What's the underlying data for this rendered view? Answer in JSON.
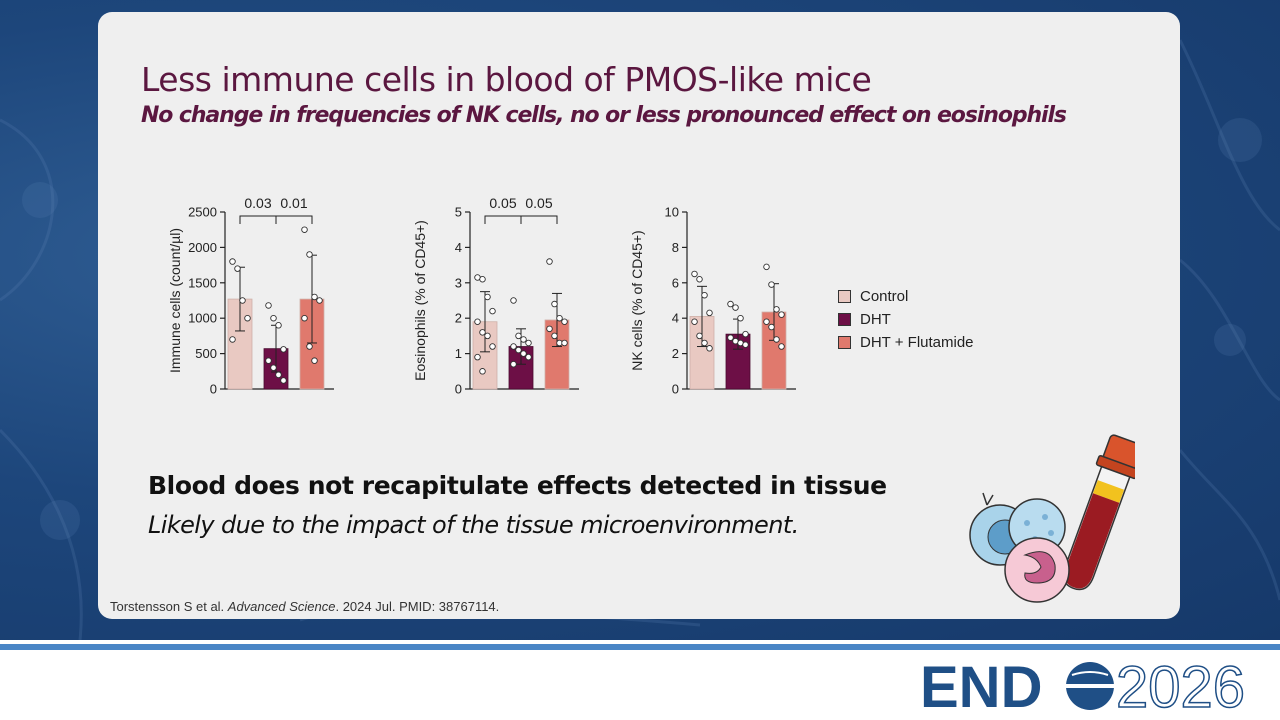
{
  "slide": {
    "title": "Less immune cells in blood of PMOS-like mice",
    "subtitle": "No change in frequencies of NK cells, no or less pronounced effect on eosinophils",
    "conclusion": "Blood does not recapitulate effects detected in tissue",
    "conclusion_sub": "Likely due to the impact of the tissue microenvironment.",
    "citation": {
      "authors": "Torstensson S et al. ",
      "journal": "Advanced Science",
      "rest": ". 2024 Jul. PMID: 38767114."
    },
    "logo": {
      "left": "END",
      "right": "2026"
    }
  },
  "colors": {
    "control": "#e9c9c2",
    "dht": "#6d0f46",
    "dht_flutamide": "#e0796d",
    "title": "#5b1740",
    "background": "#1d467b",
    "logo": "#1f4f86"
  },
  "legend": [
    {
      "label": "Control",
      "color": "#e9c9c2"
    },
    {
      "label": "DHT",
      "color": "#6d0f46"
    },
    {
      "label": "DHT + Flutamide",
      "color": "#e0796d"
    }
  ],
  "chart_data": [
    {
      "type": "bar",
      "categories": [
        "Control",
        "DHT",
        "DHT + Flutamide"
      ],
      "ylabel": "Immune cells (count/µl)",
      "ylim": [
        0,
        2500
      ],
      "yticks": [
        0,
        500,
        1000,
        1500,
        2000,
        2500
      ],
      "values": [
        1270,
        570,
        1270
      ],
      "sd": [
        450,
        330,
        620
      ],
      "points": [
        [
          1800,
          1700,
          1250,
          1000,
          700
        ],
        [
          1180,
          1000,
          900,
          560,
          400,
          300,
          200,
          120
        ],
        [
          2250,
          1900,
          1300,
          1250,
          1000,
          600,
          400
        ]
      ],
      "significance": [
        {
          "from": 0,
          "to": 1,
          "label": "0.03"
        },
        {
          "from": 1,
          "to": 2,
          "label": "0.01"
        }
      ]
    },
    {
      "type": "bar",
      "categories": [
        "Control",
        "DHT",
        "DHT + Flutamide"
      ],
      "ylabel": "Eosinophils (% of CD45+)",
      "ylim": [
        0,
        5
      ],
      "yticks": [
        0,
        1,
        2,
        3,
        4,
        5
      ],
      "values": [
        1.9,
        1.2,
        1.95
      ],
      "sd": [
        0.85,
        0.5,
        0.75
      ],
      "points": [
        [
          3.15,
          3.1,
          2.6,
          2.2,
          1.9,
          1.6,
          1.5,
          1.2,
          0.9,
          0.5
        ],
        [
          2.5,
          1.5,
          1.4,
          1.3,
          1.2,
          1.1,
          1.0,
          0.9,
          0.7
        ],
        [
          3.6,
          2.4,
          2.0,
          1.9,
          1.7,
          1.5,
          1.3,
          1.3
        ]
      ],
      "significance": [
        {
          "from": 0,
          "to": 1,
          "label": "0.05"
        },
        {
          "from": 1,
          "to": 2,
          "label": "0.05"
        }
      ]
    },
    {
      "type": "bar",
      "categories": [
        "Control",
        "DHT",
        "DHT + Flutamide"
      ],
      "ylabel": "NK cells (% of CD45+)",
      "ylim": [
        0,
        10
      ],
      "yticks": [
        0,
        2,
        4,
        6,
        8,
        10
      ],
      "values": [
        4.1,
        3.1,
        4.35
      ],
      "sd": [
        1.7,
        0.85,
        1.6
      ],
      "points": [
        [
          6.5,
          6.2,
          5.3,
          4.3,
          3.8,
          3.0,
          2.6,
          2.3
        ],
        [
          4.8,
          4.6,
          4.0,
          3.1,
          2.9,
          2.7,
          2.6,
          2.5
        ],
        [
          6.9,
          5.9,
          4.5,
          4.2,
          3.8,
          3.5,
          2.8,
          2.4
        ]
      ],
      "significance": []
    }
  ]
}
